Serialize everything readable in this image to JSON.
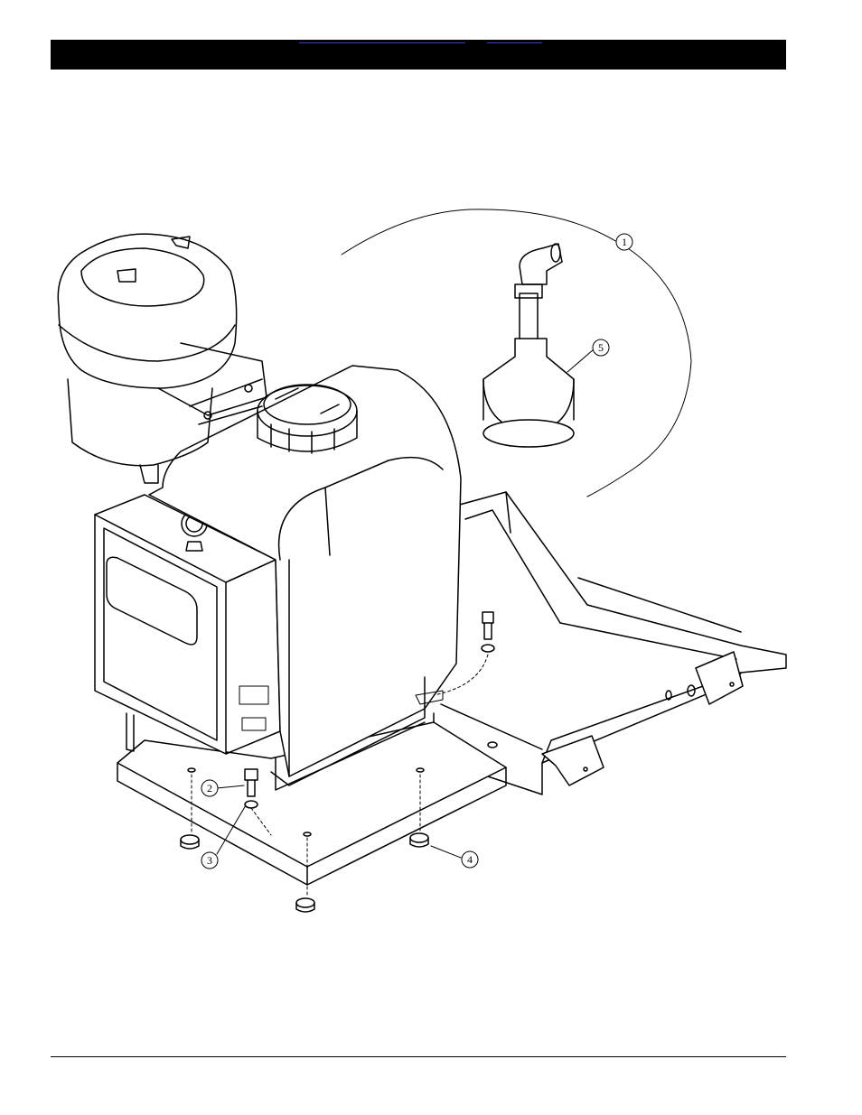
{
  "header": {
    "links": [
      {
        "text": ""
      },
      {
        "text": ""
      }
    ]
  },
  "callouts": [
    {
      "number": "1"
    },
    {
      "number": "2"
    },
    {
      "number": "3"
    },
    {
      "number": "4"
    },
    {
      "number": "5"
    }
  ]
}
